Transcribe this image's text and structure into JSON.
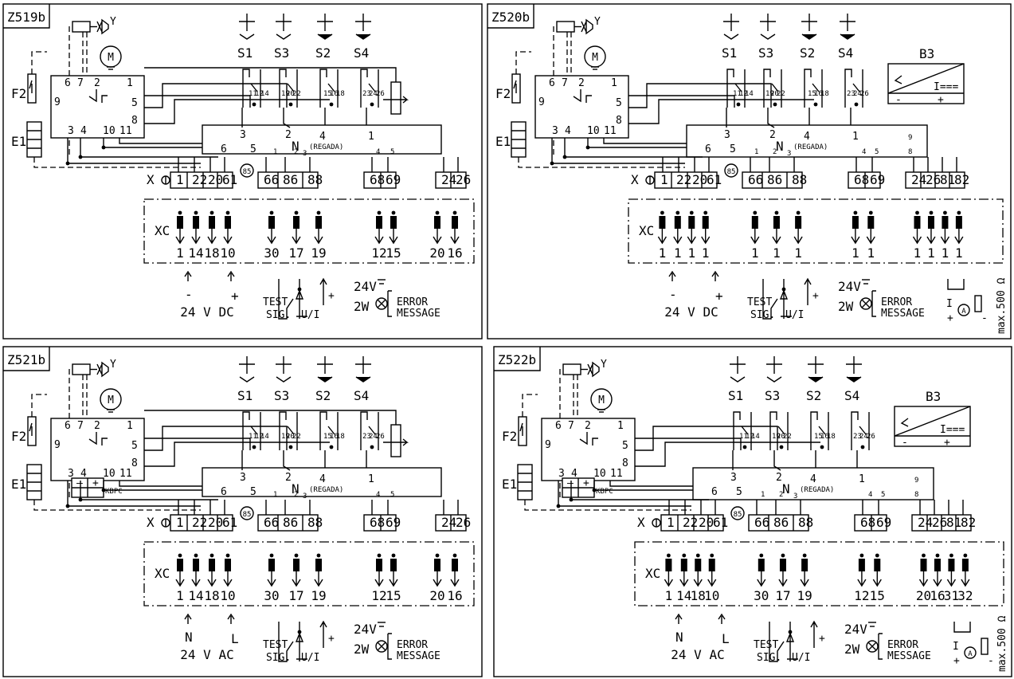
{
  "panels": [
    {
      "id": "Z519b",
      "motor": "M",
      "valve": "Y",
      "fuse": "F2",
      "heater": "E1",
      "switches": [
        "S1",
        "S3",
        "S2",
        "S4"
      ],
      "unit_label": "N",
      "unit_num": "3",
      "unit_sub": "(REGADA)",
      "ground_label": "85",
      "relay_pins": [
        "6",
        "7",
        "2",
        "1",
        "9",
        "5",
        "8",
        "3",
        "4",
        "10",
        "11"
      ],
      "switch_contacts": [
        "11",
        "12",
        "14",
        "19",
        "20",
        "22",
        "15",
        "16",
        "18",
        "23",
        "24",
        "26"
      ],
      "pot_pins": [
        "10",
        "7",
        "6"
      ],
      "unit_pins": [
        "3",
        "2",
        "4",
        "1",
        "6",
        "5",
        "1",
        "2",
        "3",
        "4",
        "5"
      ],
      "term_x": "X",
      "terminals": [
        "1",
        "22",
        "20",
        "61",
        "66",
        "86",
        "88",
        "68",
        "69",
        "24",
        "26"
      ],
      "xc_label": "XC",
      "xc": [
        "1",
        "14",
        "18",
        "10",
        "30",
        "17",
        "19",
        "12",
        "15",
        "20",
        "16"
      ],
      "supply_minus": "-",
      "supply_plus": "+",
      "supply": "24 V DC",
      "test": "TEST",
      "sig": "SIG.",
      "ui": "U/I",
      "plus": "+",
      "v24": "24V",
      "w2": "2W",
      "err1": "ERROR",
      "err2": "MESSAGE"
    },
    {
      "id": "Z520b",
      "motor": "M",
      "valve": "Y",
      "fuse": "F2",
      "heater": "E1",
      "switches": [
        "S1",
        "S3",
        "S2",
        "S4"
      ],
      "unit_label": "N",
      "unit_num": "3",
      "unit_sub": "(REGADA)",
      "ground_label": "85",
      "relay_pins": [
        "6",
        "7",
        "2",
        "1",
        "9",
        "5",
        "8",
        "3",
        "4",
        "10",
        "11"
      ],
      "switch_contacts": [
        "11",
        "12",
        "14",
        "19",
        "20",
        "22",
        "15",
        "16",
        "18",
        "23",
        "24",
        "26"
      ],
      "unit_pins": [
        "3",
        "2",
        "4",
        "1",
        "9",
        "8",
        "6",
        "5",
        "1",
        "2",
        "3",
        "4",
        "5"
      ],
      "b3": "B3",
      "b3_i": "I===",
      "b3_minus": "-",
      "b3_plus": "+",
      "term_x": "X",
      "terminals": [
        "1",
        "22",
        "20",
        "61",
        "66",
        "86",
        "88",
        "68",
        "69",
        "24",
        "26",
        "81",
        "82"
      ],
      "xc_label": "XC",
      "xc": [
        "1",
        "1",
        "1",
        "1",
        "1",
        "1",
        "1",
        "1",
        "1",
        "1",
        "1",
        "1",
        "1"
      ],
      "supply_minus": "-",
      "supply_plus": "+",
      "supply": "24 V DC",
      "test": "TEST",
      "sig": "SIG.",
      "ui": "U/I",
      "plus": "+",
      "v24": "24V",
      "w2": "2W",
      "err1": "ERROR",
      "err2": "MESSAGE",
      "meter_i": "I",
      "meter_a": "A",
      "meter_plus": "+",
      "meter_minus": "-",
      "max_r": "max.500 Ω"
    },
    {
      "id": "Z521b",
      "motor": "M",
      "valve": "Y",
      "fuse": "F2",
      "heater": "E1",
      "switches": [
        "S1",
        "S3",
        "S2",
        "S4"
      ],
      "unit_label": "N",
      "unit_num": "3",
      "unit_sub": "(REGADA)",
      "ground_label": "85",
      "relay_pins": [
        "6",
        "7",
        "2",
        "1",
        "9",
        "5",
        "8",
        "3",
        "4",
        "10",
        "11"
      ],
      "switch_contacts": [
        "11",
        "12",
        "14",
        "19",
        "20",
        "22",
        "15",
        "16",
        "18",
        "23",
        "24",
        "26"
      ],
      "pot_pins": [
        "10",
        "7",
        "6"
      ],
      "unit_pins": [
        "3",
        "2",
        "4",
        "1",
        "6",
        "5",
        "1",
        "2",
        "3",
        "4",
        "5"
      ],
      "kbpc": "KBPC",
      "term_x": "X",
      "terminals": [
        "1",
        "22",
        "20",
        "61",
        "66",
        "86",
        "88",
        "68",
        "69",
        "24",
        "26"
      ],
      "xc_label": "XC",
      "xc": [
        "1",
        "14",
        "18",
        "10",
        "30",
        "17",
        "19",
        "12",
        "15",
        "20",
        "16"
      ],
      "supply_minus": "N",
      "supply_plus": "L",
      "supply": "24 V AC",
      "test": "TEST",
      "sig": "SIG.",
      "ui": "U/I",
      "plus": "+",
      "v24": "24V",
      "w2": "2W",
      "err1": "ERROR",
      "err2": "MESSAGE"
    },
    {
      "id": "Z522b",
      "motor": "M",
      "valve": "Y",
      "fuse": "F2",
      "heater": "E1",
      "switches": [
        "S1",
        "S3",
        "S2",
        "S4"
      ],
      "unit_label": "N",
      "unit_num": "3",
      "unit_sub": "(REGADA)",
      "ground_label": "85",
      "relay_pins": [
        "6",
        "7",
        "2",
        "1",
        "9",
        "5",
        "8",
        "3",
        "4",
        "10",
        "11"
      ],
      "switch_contacts": [
        "11",
        "12",
        "14",
        "19",
        "20",
        "22",
        "15",
        "16",
        "18",
        "23",
        "24",
        "26"
      ],
      "unit_pins": [
        "3",
        "2",
        "4",
        "1",
        "9",
        "8",
        "6",
        "5",
        "1",
        "2",
        "3",
        "4",
        "5"
      ],
      "b3": "B3",
      "b3_i": "I===",
      "b3_minus": "-",
      "b3_plus": "+",
      "kbpc": "KBPC",
      "term_x": "X",
      "terminals": [
        "1",
        "22",
        "20",
        "61",
        "66",
        "86",
        "88",
        "68",
        "69",
        "24",
        "26",
        "81",
        "82"
      ],
      "xc_label": "XC",
      "xc": [
        "1",
        "14",
        "18",
        "10",
        "30",
        "17",
        "19",
        "12",
        "15",
        "20",
        "16",
        "31",
        "32"
      ],
      "supply_minus": "N",
      "supply_plus": "L",
      "supply": "24 V AC",
      "test": "TEST",
      "sig": "SIG.",
      "ui": "U/I",
      "plus": "+",
      "v24": "24V",
      "w2": "2W",
      "err1": "ERROR",
      "err2": "MESSAGE",
      "meter_i": "I",
      "meter_a": "A",
      "meter_plus": "+",
      "meter_minus": "-",
      "max_r": "max.500 Ω"
    }
  ]
}
